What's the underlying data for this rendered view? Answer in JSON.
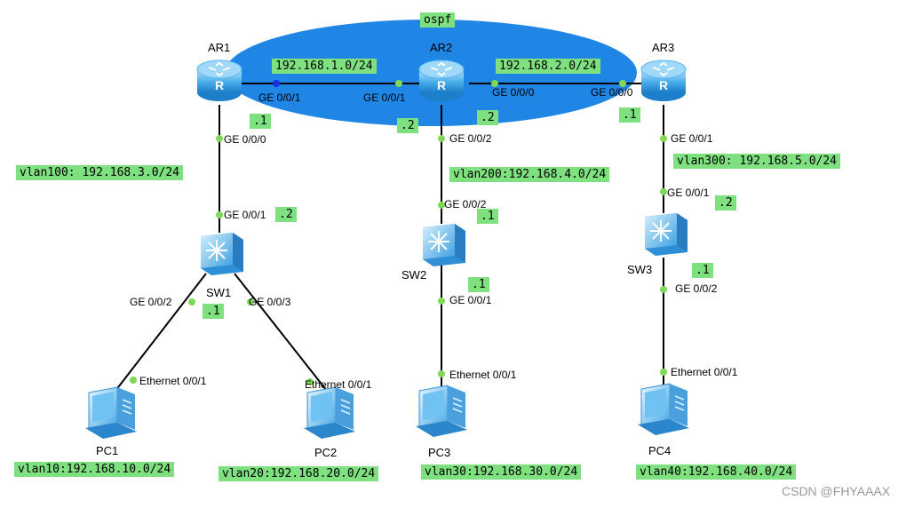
{
  "colors": {
    "label_bg": "#7ee07e",
    "ospf_area": "#1f86e6",
    "link": "#000000",
    "port_dot": "#7ed957",
    "device_blue": "#3aa3e8"
  },
  "area": {
    "label": "ospf"
  },
  "devices": {
    "ar1": {
      "name": "AR1",
      "icon": "router-icon"
    },
    "ar2": {
      "name": "AR2",
      "icon": "router-icon"
    },
    "ar3": {
      "name": "AR3",
      "icon": "router-icon"
    },
    "sw1": {
      "name": "SW1",
      "icon": "switch-icon"
    },
    "sw2": {
      "name": "SW2",
      "icon": "switch-icon"
    },
    "sw3": {
      "name": "SW3",
      "icon": "switch-icon"
    },
    "pc1": {
      "name": "PC1",
      "icon": "pc-icon"
    },
    "pc2": {
      "name": "PC2",
      "icon": "pc-icon"
    },
    "pc3": {
      "name": "PC3",
      "icon": "pc-icon"
    },
    "pc4": {
      "name": "PC4",
      "icon": "pc-icon"
    }
  },
  "subnets": {
    "ar1_ar2": "192.168.1.0/24",
    "ar2_ar3": "192.168.2.0/24",
    "vlan100": "vlan100: 192.168.3.0/24",
    "vlan200": "vlan200:192.168.4.0/24",
    "vlan300": "vlan300: 192.168.5.0/24",
    "vlan10": "vlan10:192.168.10.0/24",
    "vlan20": "vlan20:192.168.20.0/24",
    "vlan30": "vlan30:192.168.30.0/24",
    "vlan40": "vlan40:192.168.40.0/24"
  },
  "hosts": {
    "ar1_g001": ".1",
    "ar2_g001": ".2",
    "ar2_g000": ".2",
    "ar3_g000": ".1",
    "sw1_g001": ".2",
    "sw1_vlan": ".1",
    "sw2_g002": ".1",
    "sw2_g001": ".1",
    "sw3_g001": ".2",
    "sw3_g002": ".1"
  },
  "ports": {
    "ar1_to_ar2": "GE 0/0/1",
    "ar2_to_ar1": "GE 0/0/1",
    "ar2_to_ar3": "GE 0/0/0",
    "ar3_to_ar2": "GE 0/0/0",
    "ar1_to_sw1": "GE 0/0/0",
    "sw1_to_ar1": "GE 0/0/1",
    "ar2_to_sw2": "GE 0/0/2",
    "sw2_to_ar2": "GE 0/0/2",
    "ar3_to_sw3": "GE 0/0/1",
    "sw3_to_ar3": "GE 0/0/1",
    "sw1_to_pc1": "GE 0/0/2",
    "sw1_to_pc2": "GE 0/0/3",
    "sw2_to_pc3": "GE 0/0/1",
    "sw3_to_pc4": "GE 0/0/2",
    "pc1_eth": "Ethernet 0/0/1",
    "pc2_eth": "Ethernet 0/0/1",
    "pc3_eth": "Ethernet 0/0/1",
    "pc4_eth": "Ethernet 0/0/1"
  },
  "watermark": "CSDN @FHYAAAX"
}
